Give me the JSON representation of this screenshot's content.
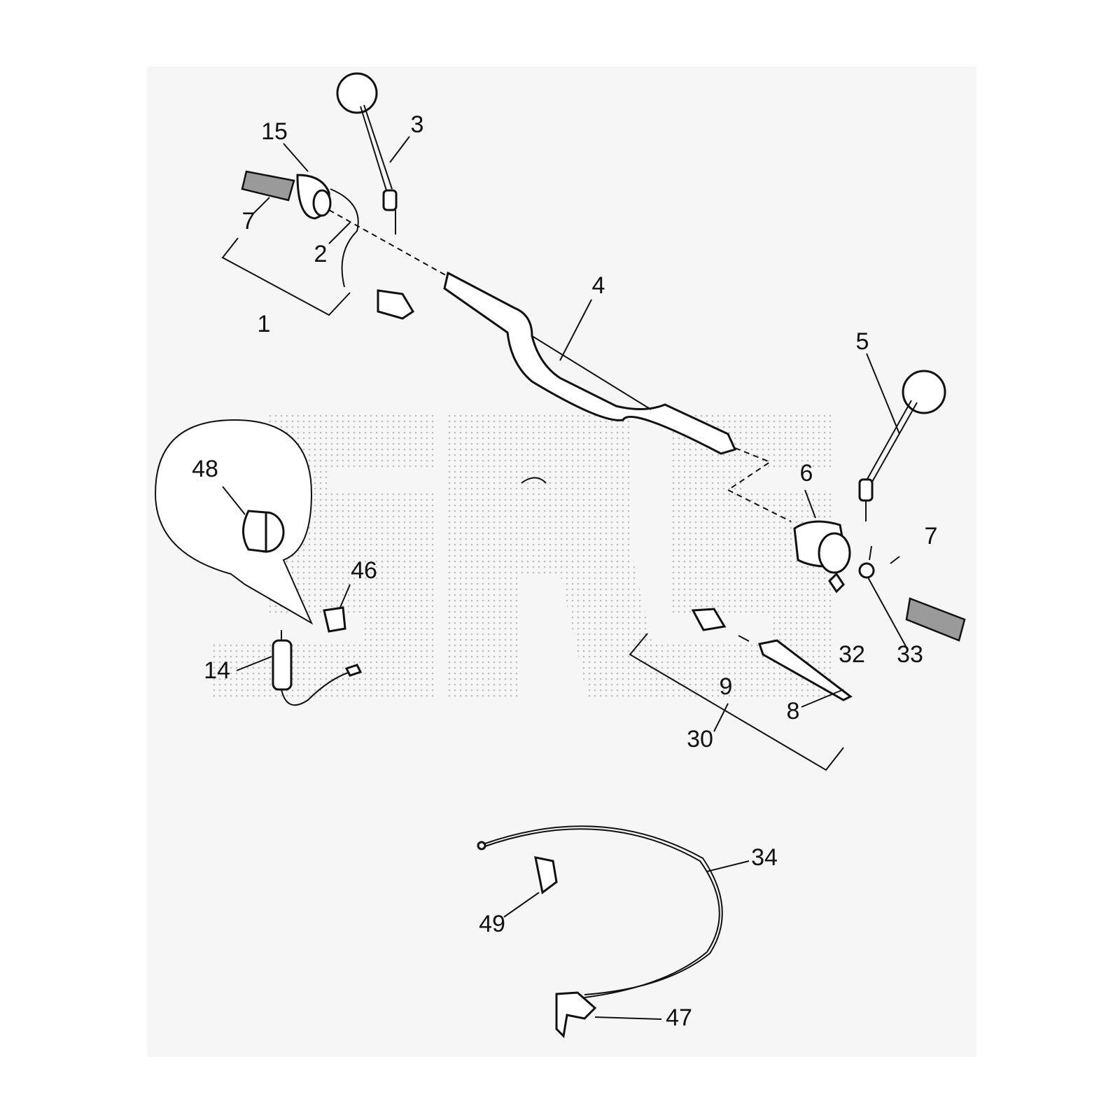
{
  "diagram": {
    "type": "exploded parts diagram - handlebar assembly",
    "watermark": "SRS",
    "callouts": [
      {
        "id": "c15",
        "text": "15"
      },
      {
        "id": "c3",
        "text": "3"
      },
      {
        "id": "c7a",
        "text": "7"
      },
      {
        "id": "c2",
        "text": "2"
      },
      {
        "id": "c1",
        "text": "1"
      },
      {
        "id": "c4",
        "text": "4"
      },
      {
        "id": "c5",
        "text": "5"
      },
      {
        "id": "c48",
        "text": "48"
      },
      {
        "id": "c6",
        "text": "6"
      },
      {
        "id": "c7b",
        "text": "7"
      },
      {
        "id": "c46",
        "text": "46"
      },
      {
        "id": "c14",
        "text": "14"
      },
      {
        "id": "c32",
        "text": "32"
      },
      {
        "id": "c33",
        "text": "33"
      },
      {
        "id": "c9",
        "text": "9"
      },
      {
        "id": "c8",
        "text": "8"
      },
      {
        "id": "c30",
        "text": "30"
      },
      {
        "id": "c34",
        "text": "34"
      },
      {
        "id": "c49",
        "text": "49"
      },
      {
        "id": "c47",
        "text": "47"
      }
    ]
  }
}
